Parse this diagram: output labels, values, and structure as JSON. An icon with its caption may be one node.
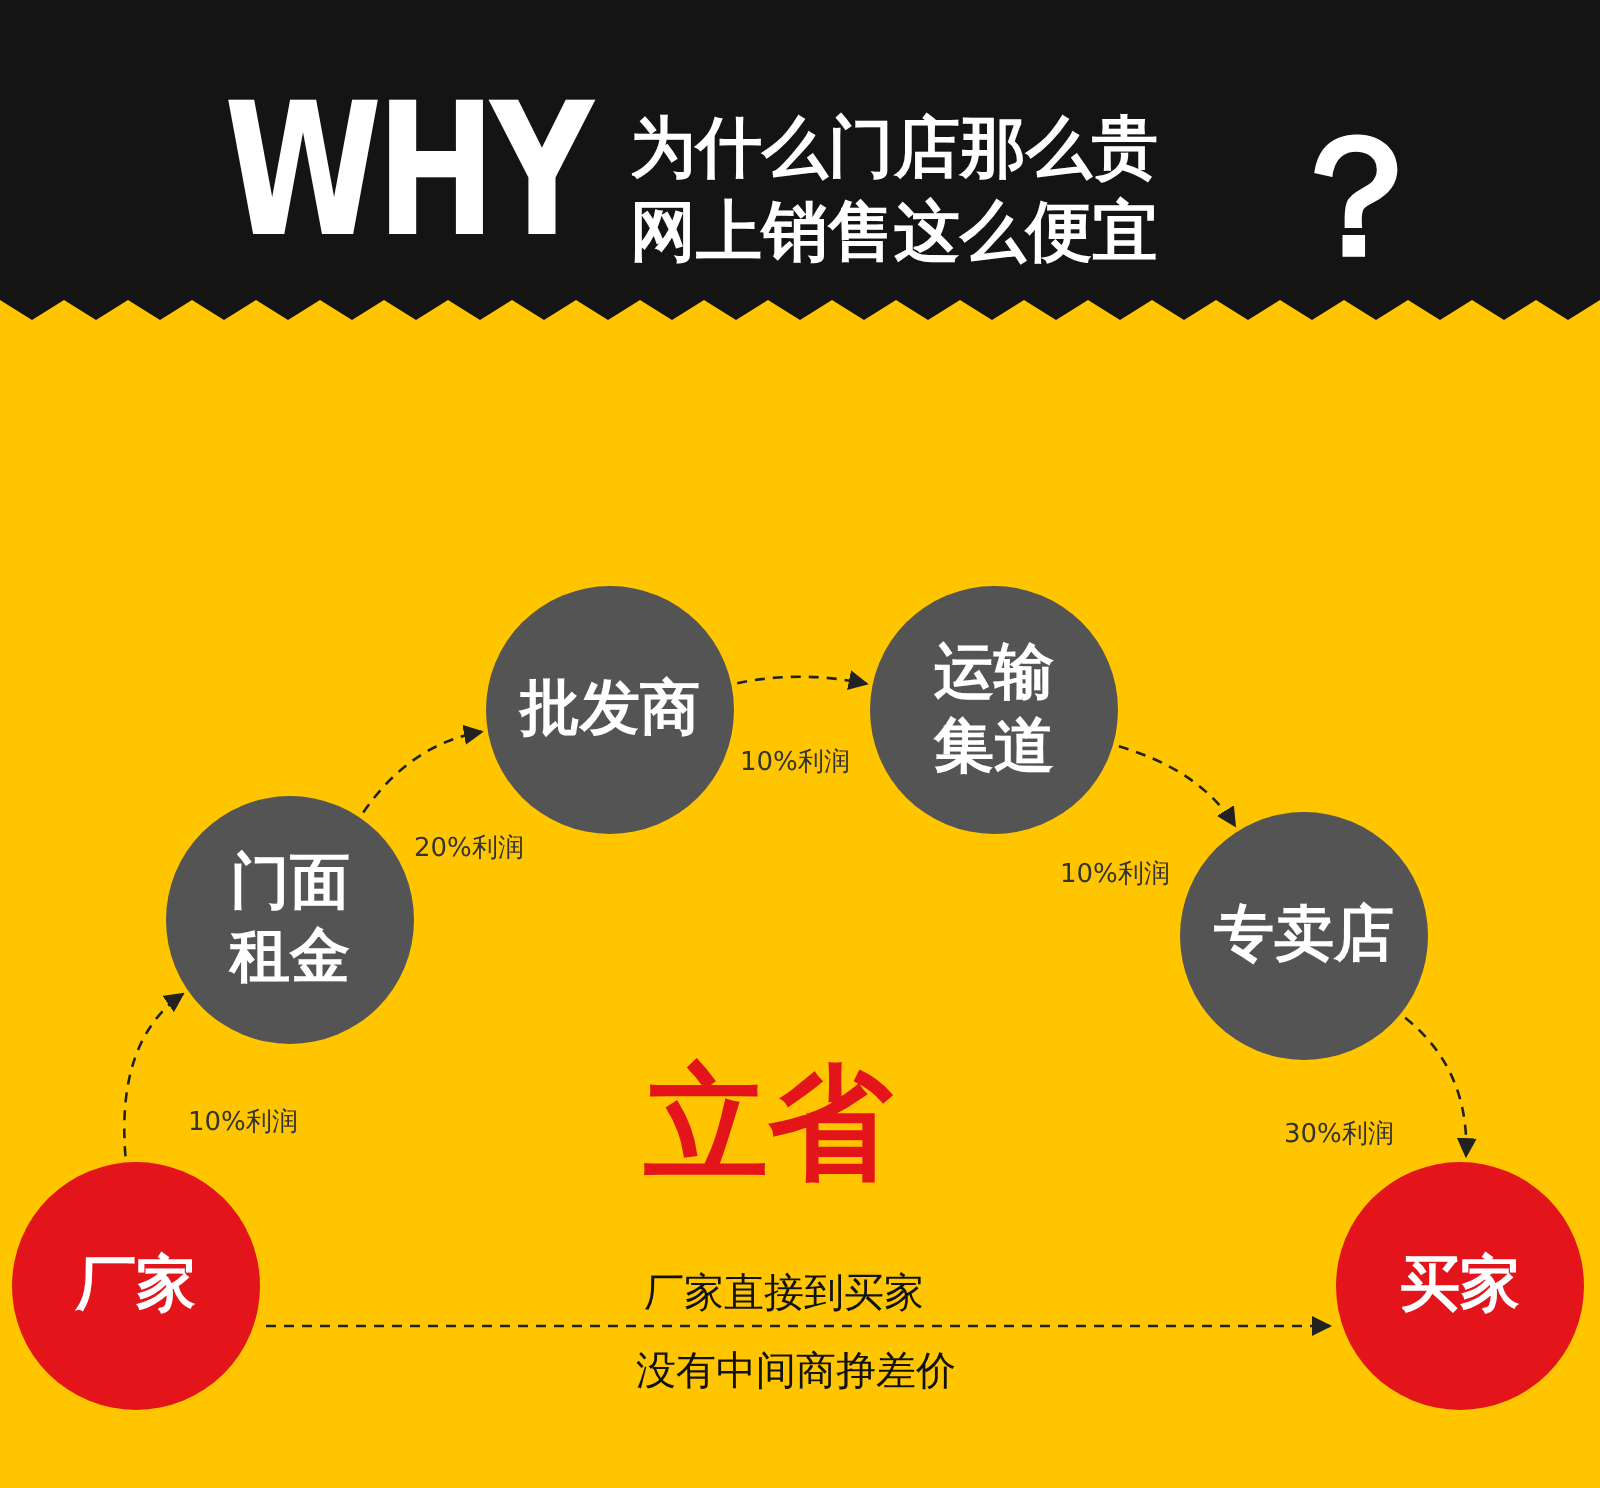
{
  "diagram": {
    "title": "WHY",
    "nodes": [
      {
        "text": [
          "厂家"
        ]
      },
      {
        "text": [
          "门面租金"
        ]
      },
      {
        "text": [
          "批发商"
        ]
      },
      {
        "text": [
          "运输集道"
        ]
      },
      {
        "text": [
          "专卖店"
        ]
      },
      {
        "text": [
          "买家"
        ]
      }
    ],
    "edges": [
      {
        "from": 0,
        "to": 1,
        "arrow": "to",
        "label": "10%利润",
        "style": "dashed"
      },
      {
        "from": 1,
        "to": 2,
        "arrow": "to",
        "label": "20%利润",
        "style": "dashed"
      },
      {
        "from": 2,
        "to": 3,
        "arrow": "to",
        "label": "10%利润",
        "style": "dashed"
      },
      {
        "from": 3,
        "to": 4,
        "arrow": "to",
        "label": "10%利润",
        "style": "dashed"
      },
      {
        "from": 4,
        "to": 5,
        "arrow": "to",
        "label": "30%利润",
        "style": "dashed"
      },
      {
        "from": 0,
        "to": 5,
        "arrow": "to",
        "label": "厂家直接到买家",
        "style": "dashed"
      }
    ],
    "labels": [
      "为什么门店那么贵",
      "网上销售这么便宜",
      "？",
      "立省",
      "没有中间商挣差价"
    ]
  }
}
